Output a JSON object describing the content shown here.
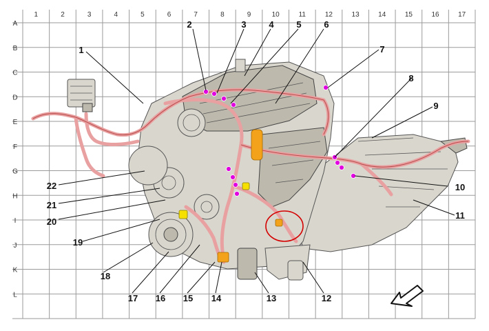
{
  "grid": {
    "columns": [
      "1",
      "2",
      "3",
      "4",
      "5",
      "6",
      "7",
      "8",
      "9",
      "10",
      "11",
      "12",
      "13",
      "14",
      "15",
      "16",
      "17"
    ],
    "rows": [
      "A",
      "B",
      "C",
      "D",
      "E",
      "F",
      "G",
      "H",
      "I",
      "J",
      "K",
      "L"
    ]
  },
  "callouts": [
    {
      "number": "1"
    },
    {
      "number": "2"
    },
    {
      "number": "3"
    },
    {
      "number": "4"
    },
    {
      "number": "5"
    },
    {
      "number": "6"
    },
    {
      "number": "7"
    },
    {
      "number": "8"
    },
    {
      "number": "9"
    },
    {
      "number": "10"
    },
    {
      "number": "11"
    },
    {
      "number": "12"
    },
    {
      "number": "13"
    },
    {
      "number": "14"
    },
    {
      "number": "15"
    },
    {
      "number": "16"
    },
    {
      "number": "17"
    },
    {
      "number": "18"
    },
    {
      "number": "19"
    },
    {
      "number": "20"
    },
    {
      "number": "21"
    },
    {
      "number": "22"
    }
  ],
  "colors": {
    "harness": "#e8a0a0",
    "connector_magenta": "#e000e0",
    "connector_orange": "#f2a21b",
    "connector_yellow": "#f5e000",
    "highlight_circle": "#d40000"
  },
  "icons": [
    "direction-arrow-icon"
  ]
}
